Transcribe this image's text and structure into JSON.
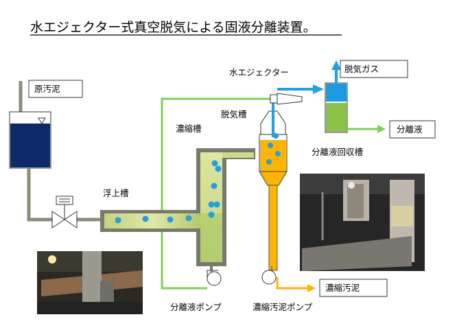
{
  "title": "水エジェクター式真空脱気による固液分離装置。",
  "labels": {
    "raw_sludge": "原汚泥",
    "flotation_tank": "浮上槽",
    "thickening_tank": "濃縮槽",
    "degassing_tank": "脱気槽",
    "water_ejector": "水エジェクター",
    "degassed_gas": "脱気ガス",
    "separated_liquid": "分離液",
    "separated_liquid_recovery_tank": "分離液回収槽",
    "thickened_sludge": "濃縮汚泥",
    "separated_liquid_pump": "分離液ポンプ",
    "thickened_sludge_pump": "濃縮汚泥ポンプ"
  },
  "colors": {
    "gray_pipe": "#8c8c78",
    "green_line": "#7fcf50",
    "blue_flow": "#1aa3e6",
    "orange": "#ffb400",
    "tank_navy": "#0d2a6b",
    "tank_green": "#8bc34a",
    "tank_blue": "#1a9ae0"
  }
}
